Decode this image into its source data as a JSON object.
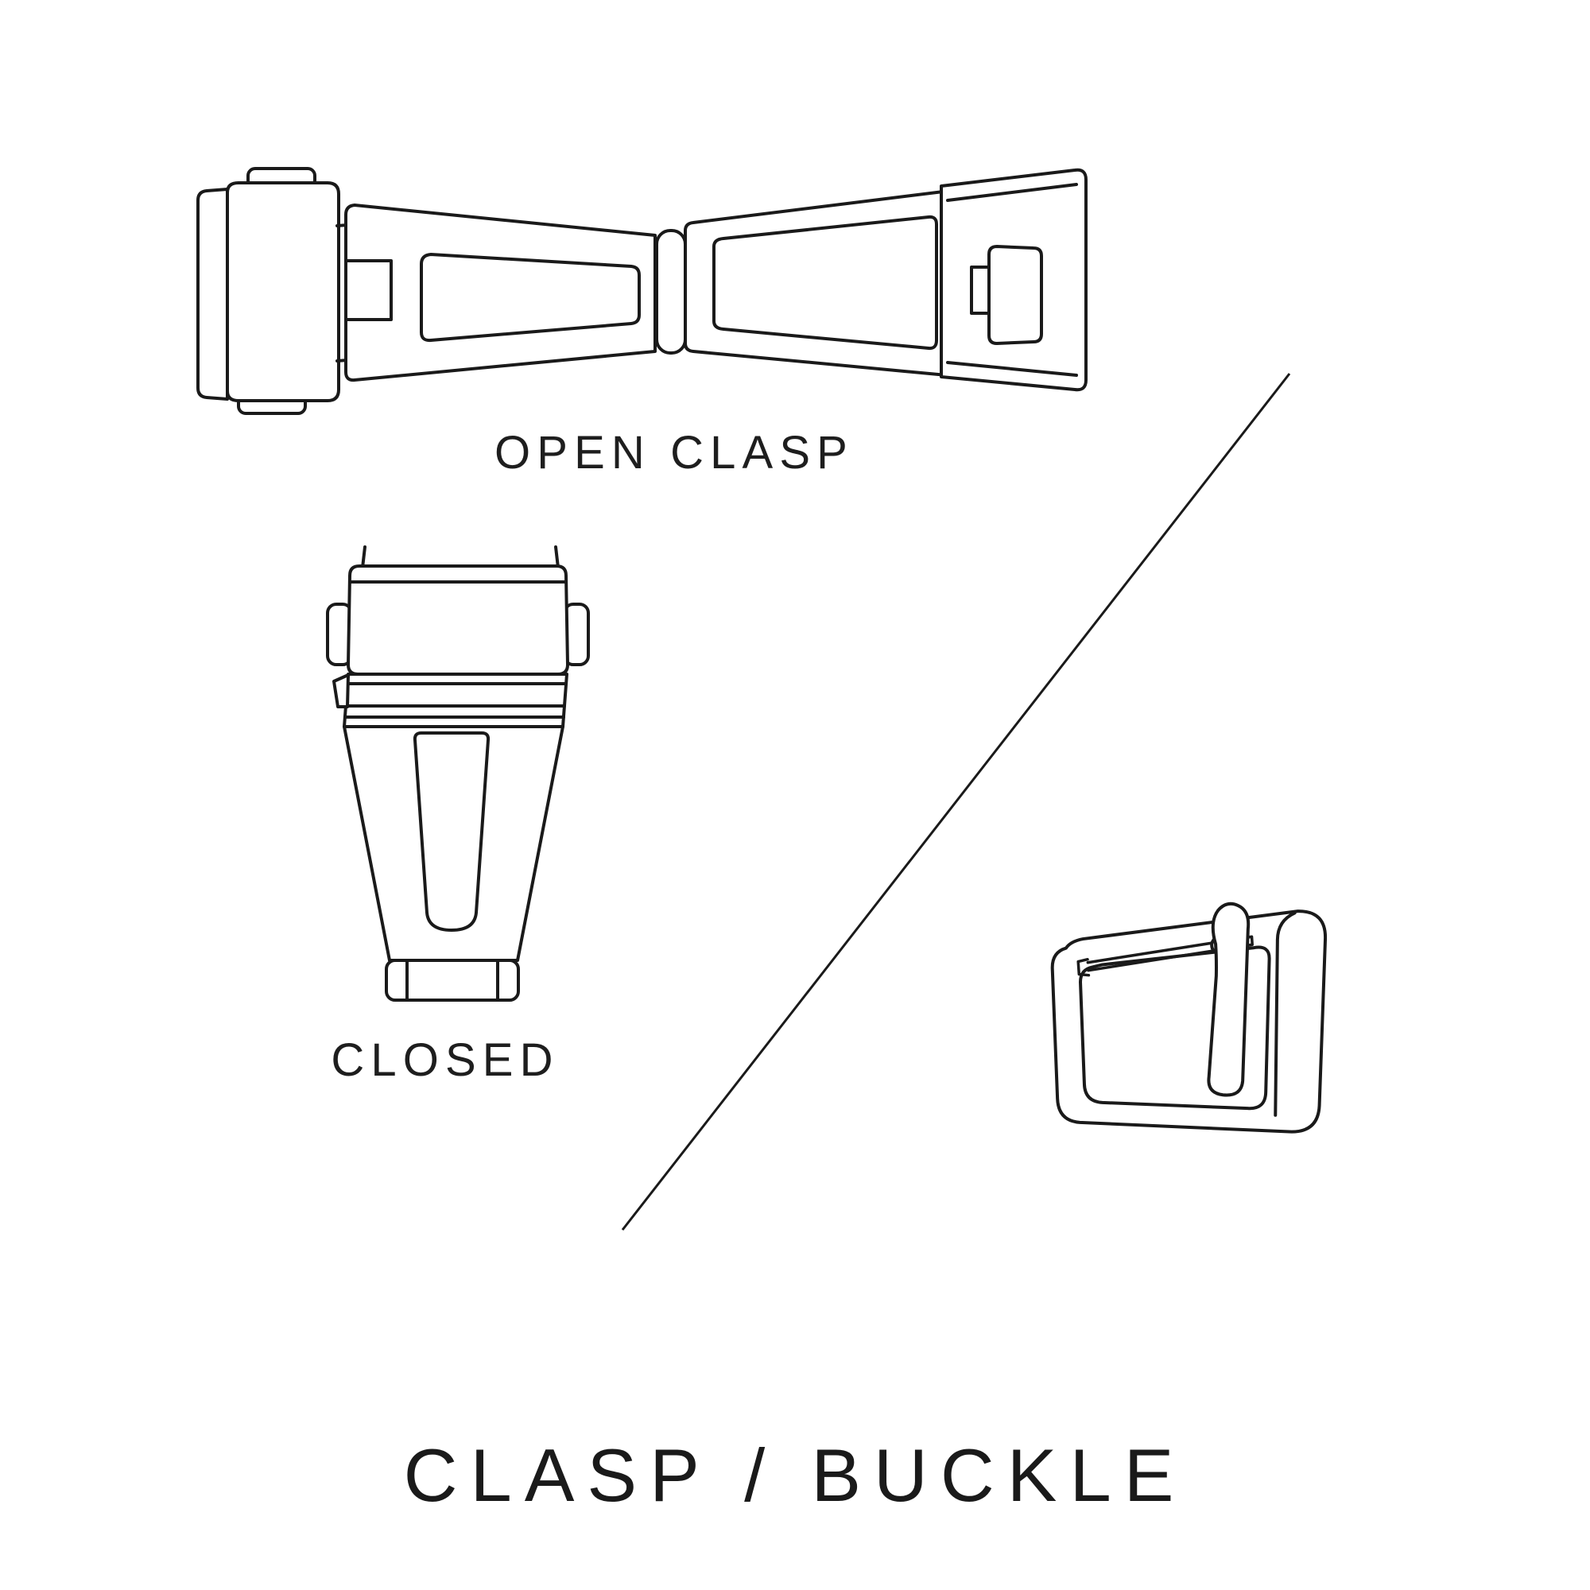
{
  "page": {
    "background": "#ffffff",
    "ink": "#1a1a1a"
  },
  "title": "CLASP / BUCKLE",
  "figures": {
    "open_clasp": {
      "label": "OPEN CLASP"
    },
    "closed_clasp": {
      "label": "CLOSED"
    },
    "buckle": {
      "label": ""
    }
  }
}
